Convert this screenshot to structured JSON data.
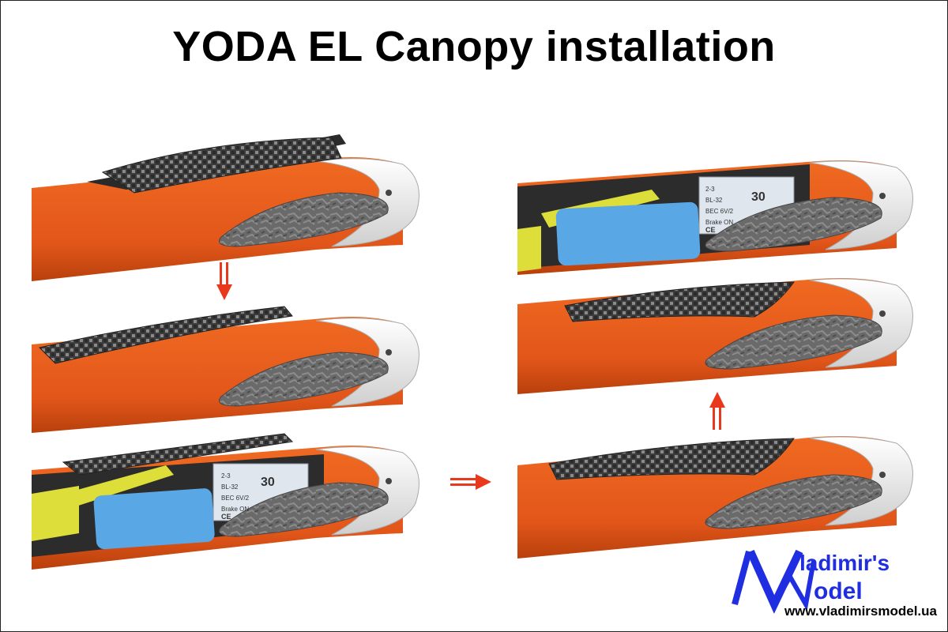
{
  "title": "YODA EL Canopy installation",
  "logo": {
    "line1": "ladimir's",
    "line2": "odel",
    "url": "www.vladimirsmodel.ua"
  },
  "battery_label": {
    "big": "30",
    "lines": [
      "2-3",
      "BL-32",
      "BEC 6V/2",
      "Brake ON"
    ],
    "ce": "CE"
  },
  "colors": {
    "fuselage": "#e85a1a",
    "fuselage_shade": "#b8400c",
    "carbon": "#5a5a5a",
    "nose": "#f2f2f2",
    "arrow": "#e8391c",
    "logo_blue": "#1f2ee0",
    "battery": "#5aa7e6",
    "esc_yellow": "#dede3a"
  },
  "steps": [
    {
      "id": "step-1",
      "canopy": "lifted"
    },
    {
      "id": "step-2",
      "canopy": "closing"
    },
    {
      "id": "step-3",
      "canopy": "open"
    },
    {
      "id": "step-4",
      "canopy": "open"
    },
    {
      "id": "step-5",
      "canopy": "closed"
    },
    {
      "id": "step-6",
      "canopy": "closed"
    }
  ]
}
